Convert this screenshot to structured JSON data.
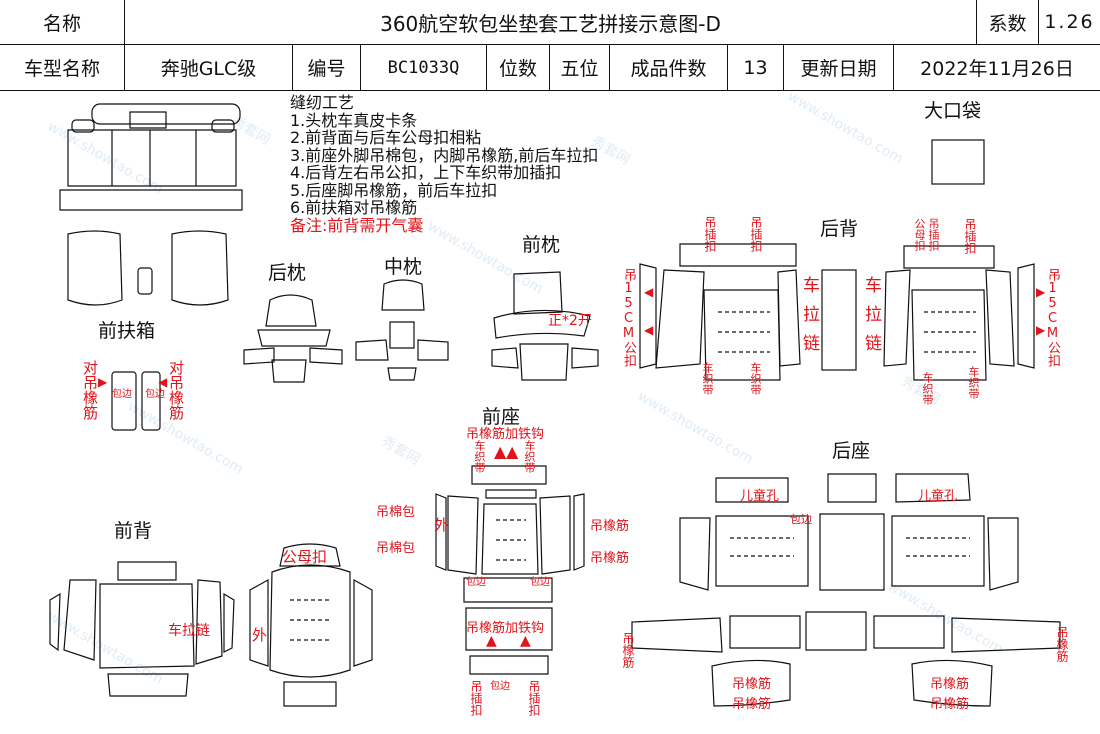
{
  "header": {
    "row1": {
      "name_label": "名称",
      "title": "360航空软包坐垫套工艺拼接示意图-D",
      "coef_label": "系数",
      "coef_value": "1.26"
    },
    "row2": {
      "model_label": "车型名称",
      "model_value": "奔驰GLC级",
      "code_label": "编号",
      "code_value": "BC1033Q",
      "seats_label": "位数",
      "seats_value": "五位",
      "pieces_label": "成品件数",
      "pieces_value": "13",
      "date_label": "更新日期",
      "date_value": "2022年11月26日"
    }
  },
  "notes": {
    "title": "缝纫工艺",
    "items": [
      "1.头枕车真皮卡条",
      "2.前背面与后车公母扣相粘",
      "3.前座外脚吊棉包，内脚吊橡筋,前后车拉扣",
      "4.后背左右吊公扣，上下车织带加插扣",
      "5.后座脚吊橡筋，前后车拉扣",
      "6.前扶箱对吊橡筋"
    ],
    "remark": "备注:前背需开气囊"
  },
  "sections": {
    "front_armrest": "前扶箱",
    "rear_headrest": "后枕",
    "middle_headrest": "中枕",
    "front_headrest": "前枕",
    "big_pocket": "大口袋",
    "rear_back": "后背",
    "front_back": "前背",
    "front_seat": "前座",
    "rear_seat": "后座"
  },
  "annotations": {
    "dui_diao_xiangjin": "对吊橡筋",
    "bao_bian": "包边",
    "zheng_2_kai": "正*2开",
    "diao_chakou": "吊插扣",
    "gong_mu_kou": "公母扣",
    "diao_15cm_gongkou": "吊15CM公扣",
    "che_la_lian": "车拉链",
    "che_zhidai": "车织带",
    "diao_xiangjin_jia_tiegou": "吊橡筋加铁钩",
    "diao_mianbao": "吊棉包",
    "wai": "外",
    "diao_xiangjin": "吊橡筋",
    "er_tong_kong": "儿童孔",
    "gong_mu_kou_h": "公母扣",
    "che_la_lian_h": "车拉链",
    "zheng_2": "正*2开"
  },
  "watermark": {
    "text_cn": "秀套网",
    "text_en": "www.showtao.com"
  }
}
